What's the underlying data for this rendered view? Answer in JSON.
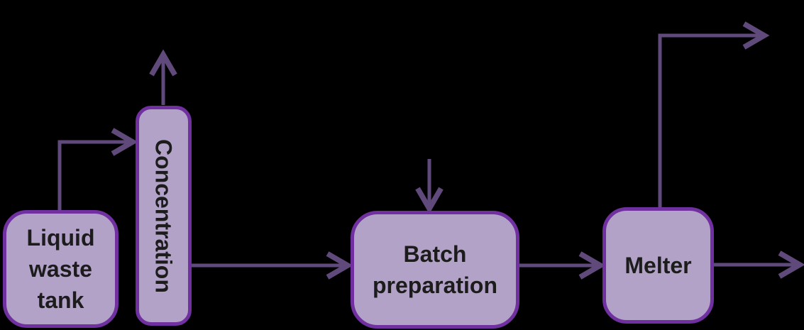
{
  "colors": {
    "background": "#000000",
    "node_fill": "#b3a2c7",
    "node_border": "#7030a0",
    "arrow": "#604a7b",
    "text": "#1c1c1c"
  },
  "nodes": {
    "liquid_waste_tank": {
      "label": "Liquid waste tank"
    },
    "concentration": {
      "label": "Concentration"
    },
    "batch_preparation": {
      "label": "Batch preparation"
    },
    "melter": {
      "label": "Melter"
    }
  },
  "connections": [
    {
      "from": "liquid-waste-tank",
      "to": "concentration",
      "shape": "elbow-up-then-right"
    },
    {
      "from": "concentration",
      "to": "off-page-top",
      "shape": "straight-up"
    },
    {
      "from": "concentration",
      "to": "batch-preparation",
      "shape": "straight-right"
    },
    {
      "from": "off-page-top",
      "to": "batch-preparation",
      "shape": "straight-down"
    },
    {
      "from": "batch-preparation",
      "to": "melter",
      "shape": "straight-right"
    },
    {
      "from": "melter",
      "to": "off-page-top-right",
      "shape": "elbow-up-then-right"
    },
    {
      "from": "melter",
      "to": "off-page-right",
      "shape": "straight-right"
    }
  ]
}
